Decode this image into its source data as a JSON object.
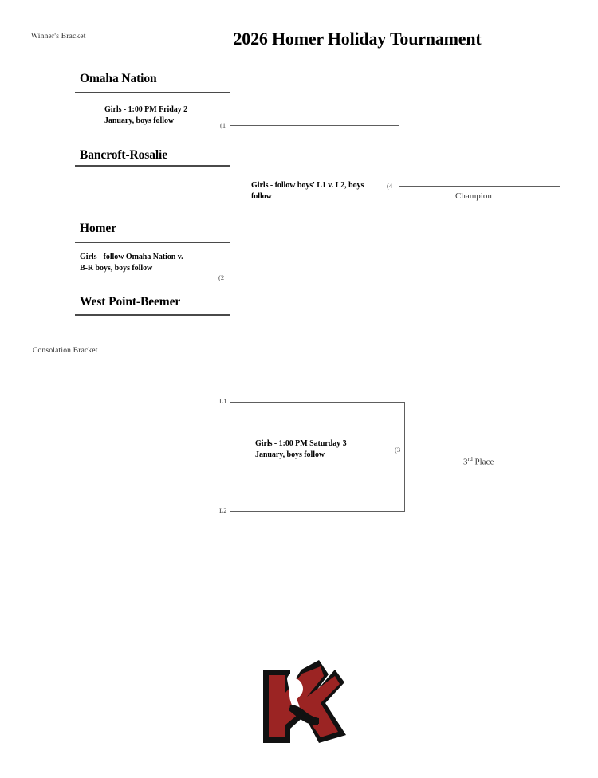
{
  "document": {
    "title": "2026 Homer Holiday Tournament",
    "winners_bracket_label": "Winner's Bracket",
    "consolation_bracket_label": "Consolation Bracket"
  },
  "winners_bracket": {
    "matches": [
      {
        "game_tag": "(1",
        "top_team": "Omaha Nation",
        "bottom_team": "Bancroft-Rosalie",
        "info": "Girls - 1:00 PM Friday 2 January, boys follow"
      },
      {
        "game_tag": "(2",
        "top_team": "Homer",
        "bottom_team": "West Point-Beemer",
        "info": "Girls - follow Omaha Nation v. B-R boys, boys follow"
      }
    ],
    "final": {
      "game_tag": "(4",
      "info": "Girls - follow boys' L1 v. L2, boys follow",
      "outcome_label": "Champion"
    }
  },
  "consolation_bracket": {
    "match": {
      "game_tag": "(3",
      "top_slot": "L1",
      "bottom_slot": "L2",
      "info": "Girls - 1:00 PM Saturday 3 January, boys follow",
      "outcome_prefix": "3",
      "outcome_suffix": "rd",
      "outcome_word": "Place"
    }
  },
  "logo": {
    "name": "homer-knights-k-logo",
    "primary_color": "#9B2423",
    "outline_color": "#111111"
  }
}
